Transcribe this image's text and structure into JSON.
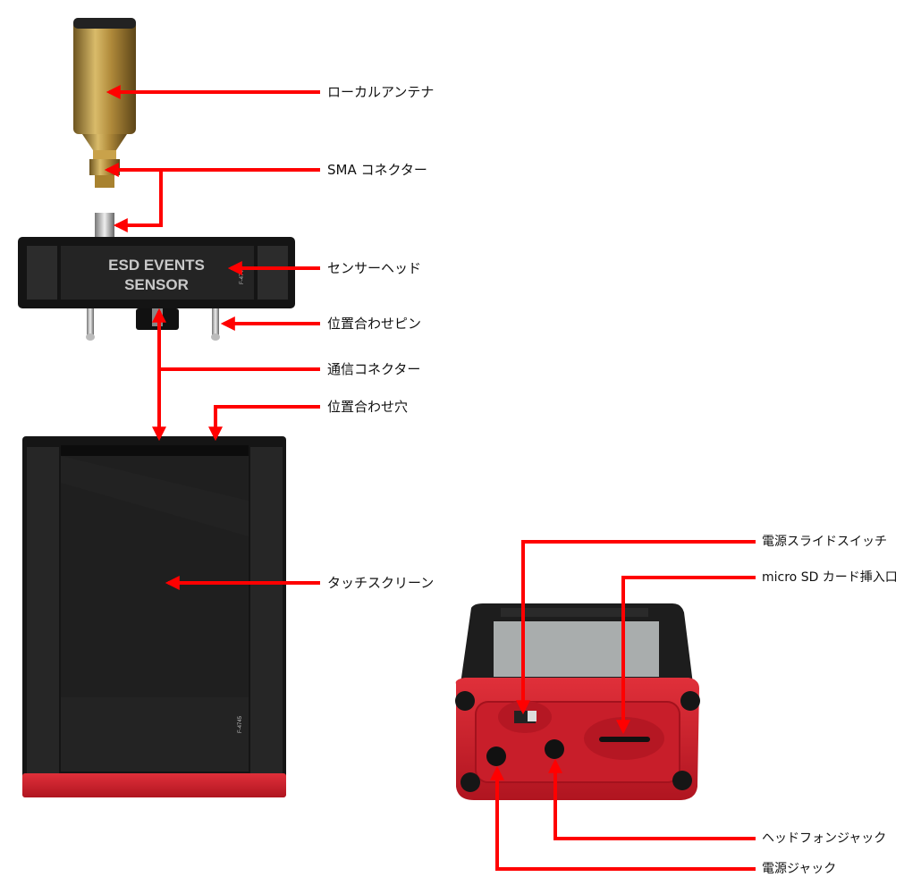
{
  "device_text": {
    "head_line1": "ESD EVENTS",
    "head_line2": "SENSOR",
    "head_part_no": "F-4742",
    "unit_part_no": "F-4745"
  },
  "labels": {
    "local_antenna": "ローカルアンテナ",
    "sma_connector": "SMA コネクター",
    "sensor_head": "センサーヘッド",
    "alignment_pin": "位置合わせピン",
    "comm_connector": "通信コネクター",
    "alignment_hole": "位置合わせ穴",
    "touch_screen": "タッチスクリーン",
    "power_slide_switch": "電源スライドスイッチ",
    "micro_sd_slot": "micro SD カード挿入口",
    "headphone_jack": "ヘッドフォンジャック",
    "power_jack": "電源ジャック"
  },
  "colors": {
    "arrow": "#ff0000",
    "body_red": "#d3202f",
    "body_black": "#1a1a1a",
    "brass": "#b8963e"
  }
}
